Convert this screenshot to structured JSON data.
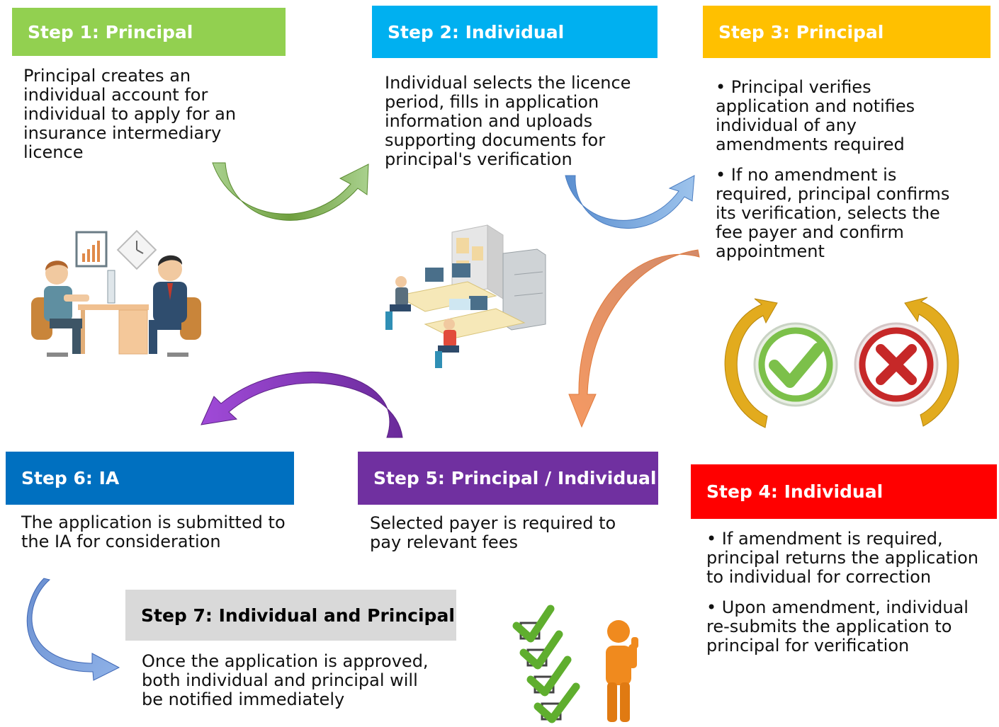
{
  "steps": [
    {
      "header": "Step 1: Principal",
      "color": "#92d050",
      "text": "Principal creates an individual account for individual to apply for an insurance intermediary licence"
    },
    {
      "header": "Step 2: Individual",
      "color": "#00b0f0",
      "text": "Individual selects the licence period, fills in application information and uploads supporting documents for principal's verification"
    },
    {
      "header": "Step 3: Principal",
      "color": "#ffc000",
      "bullets": [
        "• Principal verifies application and notifies individual of any amendments required",
        "• If no amendment is required, principal confirms its verification, selects the fee payer and confirm appointment"
      ]
    },
    {
      "header": "Step 4: Individual",
      "color": "#ff0000",
      "bullets": [
        "• If amendment is required, principal returns the application to individual for correction",
        "• Upon amendment, individual re-submits the application to principal for verification"
      ]
    },
    {
      "header": "Step 5: Principal / Individual",
      "color": "#7030a0",
      "text": "Selected payer is required to pay relevant fees"
    },
    {
      "header": "Step 6: IA",
      "color": "#0070c0",
      "text": "The application is submitted to the IA for consideration"
    },
    {
      "header": "Step 7: Individual and Principal",
      "color": "#d9d9d9",
      "text": "Once the application is approved, both individual and principal will be notified immediately"
    }
  ],
  "arrow_colors": {
    "step1_to_2": "#76a843",
    "step2_to_3": "#5b9bd5",
    "step3_to_5": "#f4874b",
    "step5_to_6": "#7e3fb0",
    "step6_to_7": "#4472c4"
  }
}
